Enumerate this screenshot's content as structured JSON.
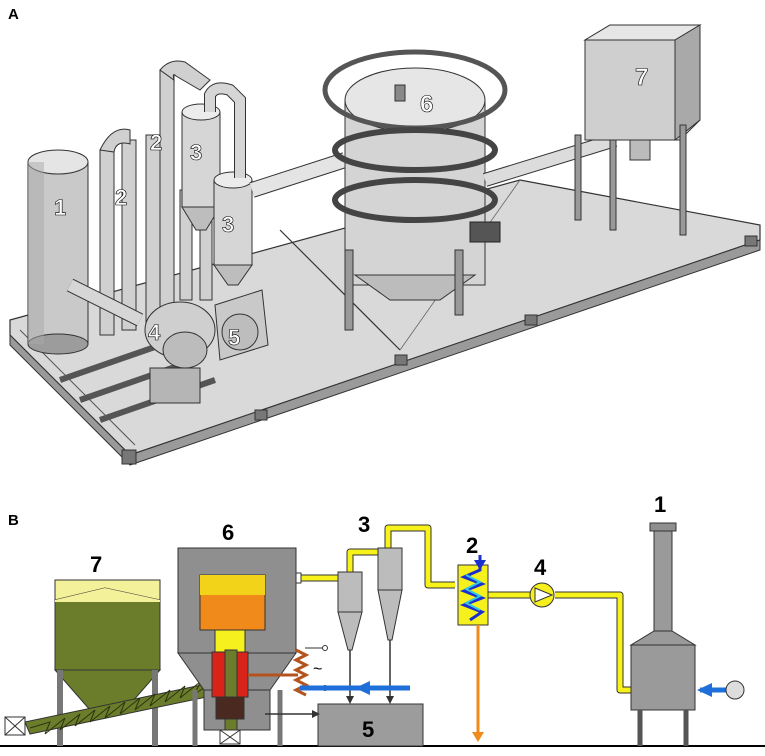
{
  "panels": {
    "a_label": "A",
    "b_label": "B"
  },
  "panel_a_numbers": {
    "n1": "1",
    "n2a": "2",
    "n2b": "2",
    "n3a": "3",
    "n3b": "3",
    "n4": "4",
    "n5": "5",
    "n6": "6",
    "n7": "7"
  },
  "panel_b_numbers": {
    "n7": "7",
    "n6": "6",
    "n3": "3",
    "n2": "2",
    "n4": "4",
    "n1": "1",
    "n5": "5",
    "ac_symbol": "~"
  },
  "colors": {
    "metal_light": "#e6e6e6",
    "metal_mid": "#c8c8c8",
    "metal_dark": "#8a8a8a",
    "silo_olive": "#6b7d2a",
    "silo_top": "#f3f19a",
    "pipe_yellow": "#f7f21a",
    "pipe_blue": "#1e6fd9",
    "furnace_orange": "#f08a1a",
    "furnace_red": "#d8231a",
    "coil_brown": "#b5531f"
  }
}
